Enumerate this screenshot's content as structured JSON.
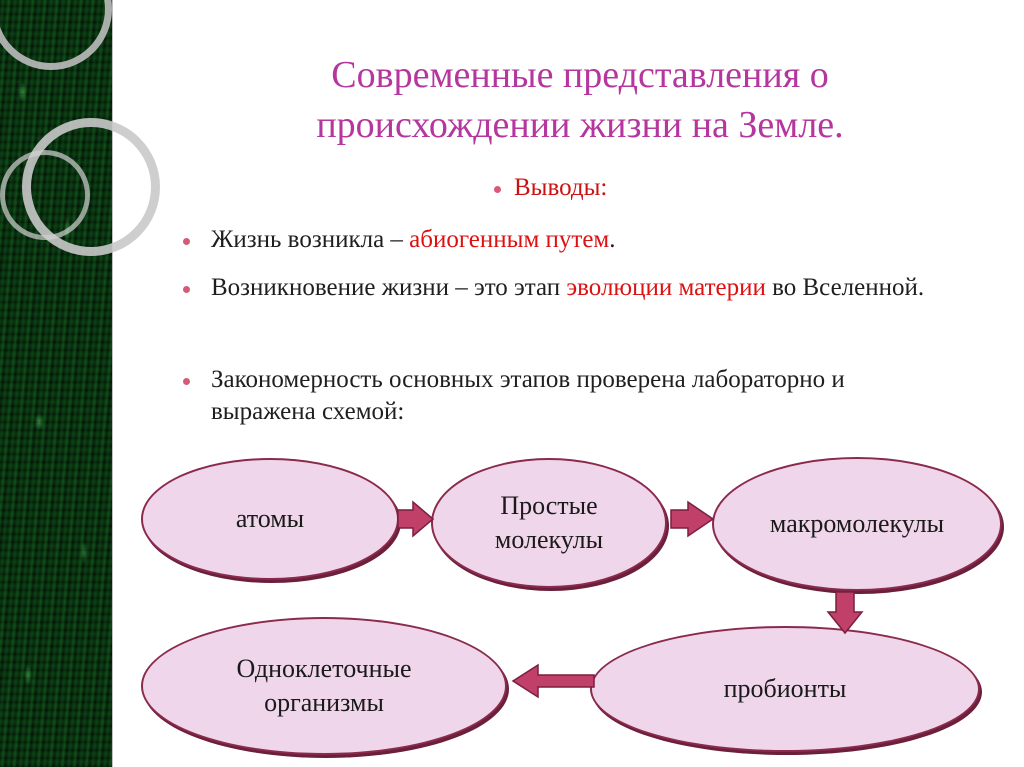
{
  "slide": {
    "title": "Современные представления о происхождении жизни на Земле.",
    "conclusions_label": "Выводы:",
    "bullets": [
      {
        "parts": [
          "Жизнь возникла – ",
          "абиогенным путем",
          "."
        ]
      },
      {
        "parts": [
          "Возникновение жизни – это этап ",
          "эволюции материи",
          " во Вселенной."
        ]
      },
      {
        "parts": [
          "Закономерность основных этапов проверена лабораторно и выражена схемой:"
        ]
      }
    ],
    "diagram": {
      "nodes": {
        "atoms": "атомы",
        "simple_molecules": "Простые молекулы",
        "macromolecules": "макромолекулы",
        "probionts": "пробионты",
        "unicellular": "Одноклеточные организмы"
      }
    }
  },
  "colors": {
    "title": "#b5369f",
    "highlight": "#dd1111",
    "node_fill": "#f0d6ea",
    "node_border": "#8a2a4c",
    "arrow": "#c0406a"
  }
}
